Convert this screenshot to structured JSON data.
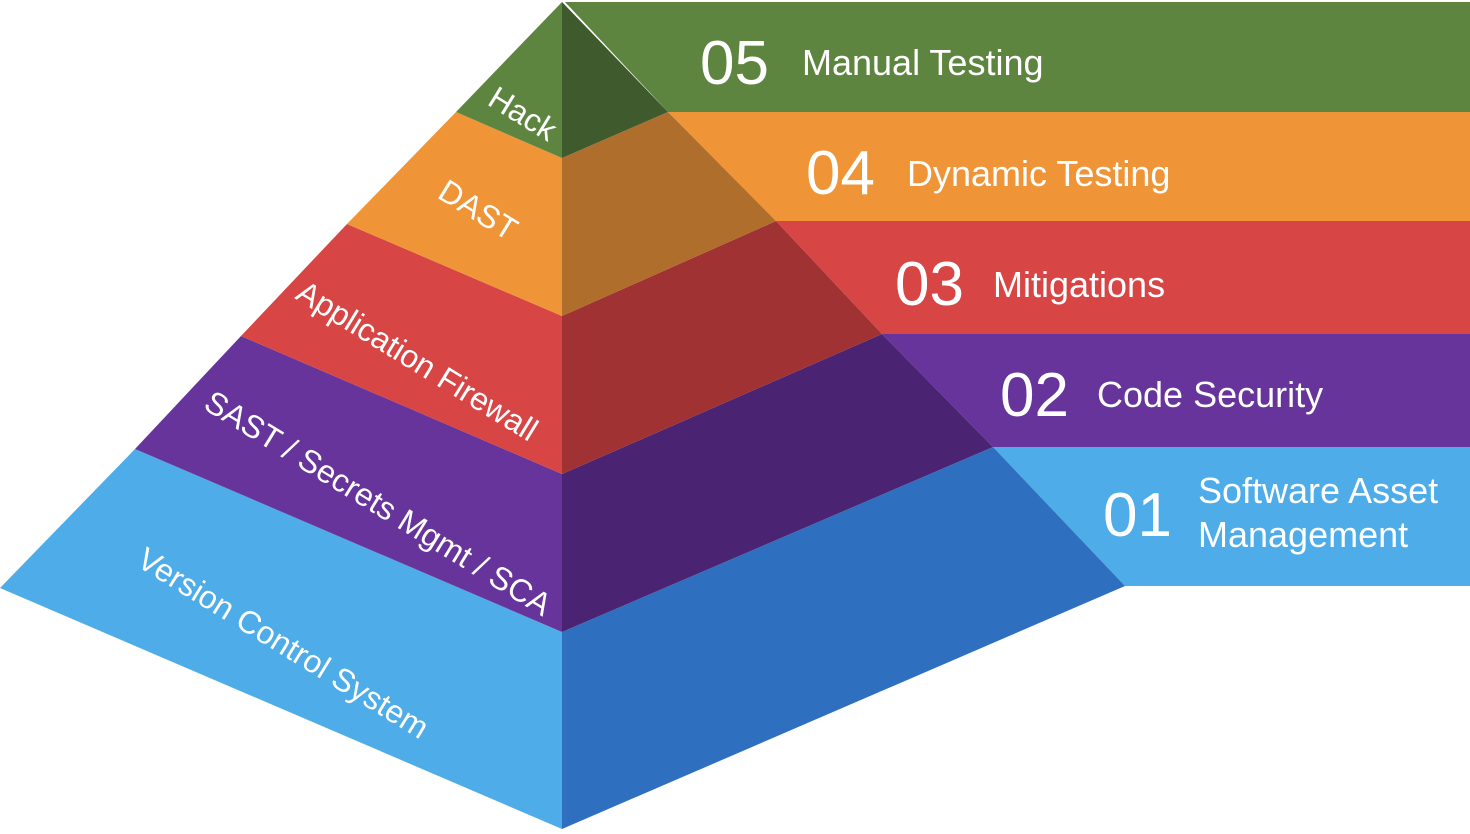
{
  "layers": [
    {
      "key": "vcs",
      "number": "01",
      "title_lines": [
        "Software Asset",
        "Management"
      ],
      "face_label": "Version Control System",
      "colors": {
        "left": "#4eace8",
        "right": "#2f6fbf",
        "band": "#4eace8"
      }
    },
    {
      "key": "sast",
      "number": "02",
      "title_lines": [
        "Code Security"
      ],
      "face_label": "SAST / Secrets Mgmt / SCA",
      "colors": {
        "left": "#66349a",
        "right": "#4a2472",
        "band": "#66349a"
      }
    },
    {
      "key": "firewall",
      "number": "03",
      "title_lines": [
        "Mitigations"
      ],
      "face_label": "Application Firewall",
      "colors": {
        "left": "#d84545",
        "right": "#a03233",
        "band": "#d84545"
      }
    },
    {
      "key": "dast",
      "number": "04",
      "title_lines": [
        "Dynamic Testing"
      ],
      "face_label": "DAST",
      "colors": {
        "left": "#ef9538",
        "right": "#b06e2c",
        "band": "#ef9538"
      }
    },
    {
      "key": "hack",
      "number": "05",
      "title_lines": [
        "Manual Testing"
      ],
      "face_label": "Hack",
      "colors": {
        "left": "#5e8540",
        "right": "#3f5a2c",
        "band": "#5e8540"
      }
    }
  ]
}
